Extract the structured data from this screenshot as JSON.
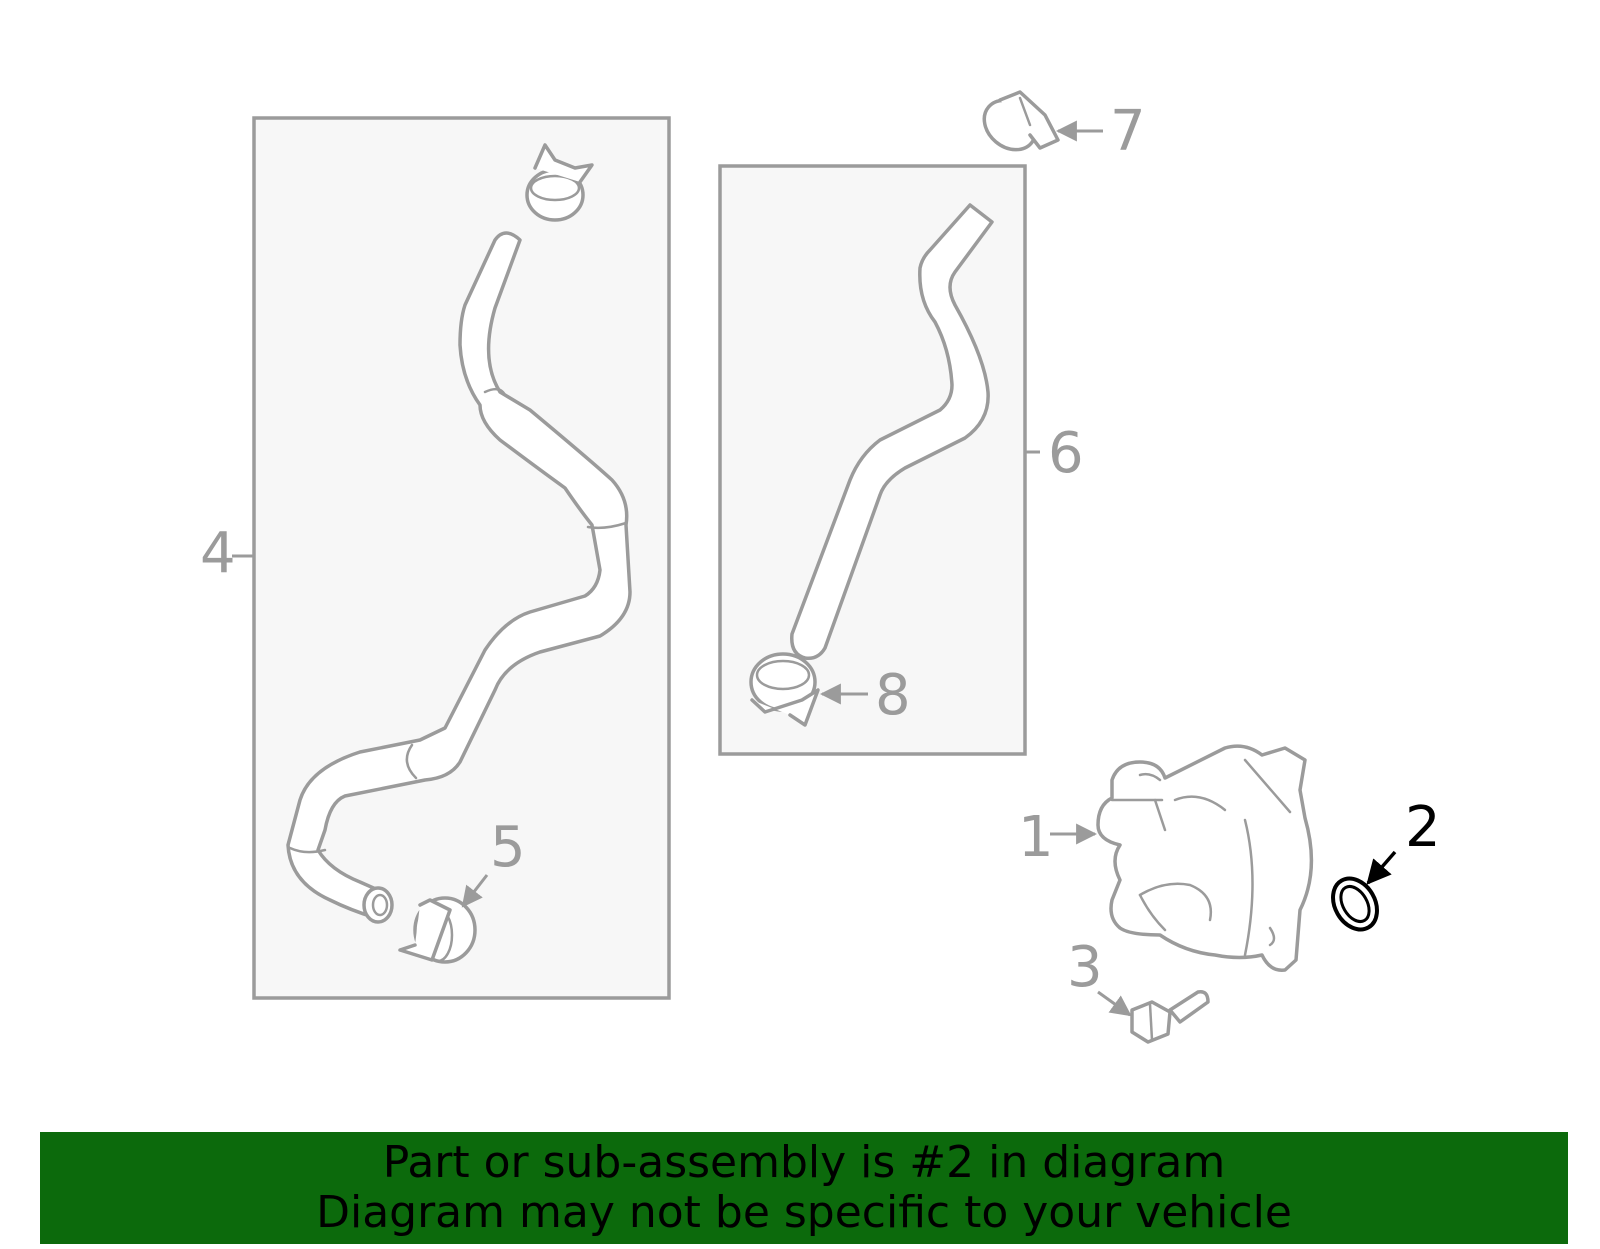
{
  "diagram": {
    "callouts": [
      {
        "id": "1",
        "label": "1",
        "highlighted": false
      },
      {
        "id": "2",
        "label": "2",
        "highlighted": true
      },
      {
        "id": "3",
        "label": "3",
        "highlighted": false
      },
      {
        "id": "4",
        "label": "4",
        "highlighted": false
      },
      {
        "id": "5",
        "label": "5",
        "highlighted": false
      },
      {
        "id": "6",
        "label": "6",
        "highlighted": false
      },
      {
        "id": "7",
        "label": "7",
        "highlighted": false
      },
      {
        "id": "8",
        "label": "8",
        "highlighted": false
      }
    ]
  },
  "banner": {
    "line1": "Part or sub-assembly is #2 in diagram",
    "line2": "Diagram may not be specific to your vehicle"
  },
  "colors": {
    "banner_background": "#0c6a0c",
    "part_stroke": "#9b9b9b",
    "highlight": "#000000",
    "box_fill": "#f7f7f7"
  }
}
